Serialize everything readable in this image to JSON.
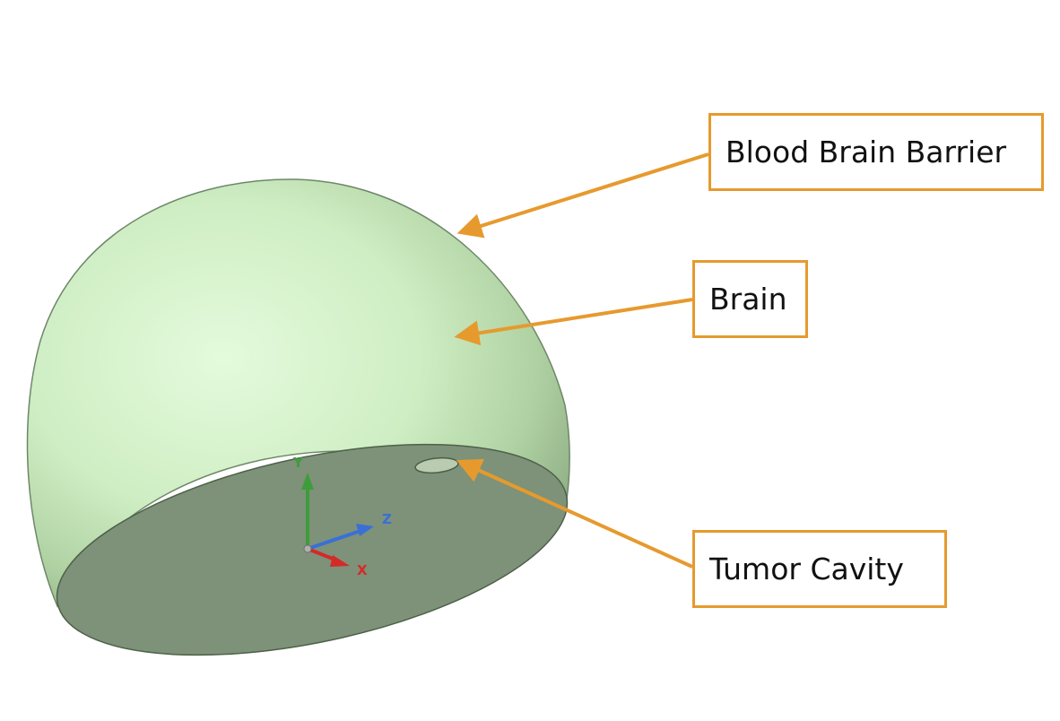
{
  "labels": {
    "blood_brain_barrier": "Blood Brain Barrier",
    "brain": "Brain",
    "tumor_cavity": "Tumor Cavity"
  },
  "axes": {
    "x": "X",
    "y": "Y",
    "z": "Z"
  },
  "colors": {
    "callout_orange": "#e69a2e",
    "hemisphere_light": "#dcf6d2",
    "hemisphere_mid": "#a9c99b",
    "cut_face": "#7d9278",
    "x_axis": "#d42a2a",
    "y_axis": "#3f9c3a",
    "z_axis": "#3a6fd8"
  }
}
